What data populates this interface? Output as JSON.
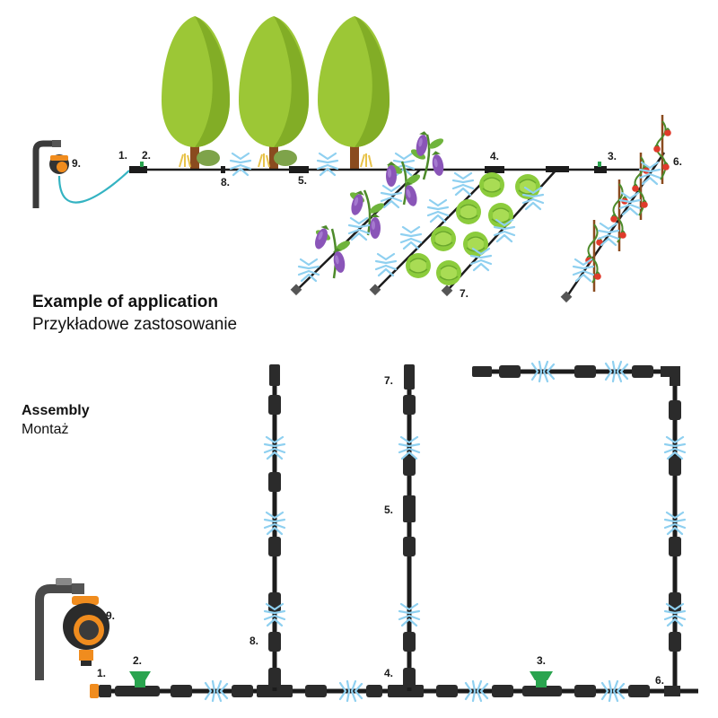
{
  "headings": {
    "application": {
      "title": "Example of application",
      "subtitle": "Przykładowe zastosowanie"
    },
    "assembly": {
      "title": "Assembly",
      "subtitle": "Montaż"
    }
  },
  "colors": {
    "tube": "#1c1c1c",
    "spray": "#8fd0f0",
    "foliage": "#9cc736",
    "trunk": "#8a4b1f",
    "valve": "#2aa44f",
    "timer_accent": "#f08c1e",
    "hose": "#34b3c2"
  },
  "labels": {
    "application": {
      "n9": "9.",
      "n1": "1.",
      "n2": "2.",
      "n8": "8.",
      "n5": "5.",
      "n4": "4.",
      "n3": "3.",
      "n6": "6.",
      "n7": "7."
    },
    "assembly": {
      "n9": "9.",
      "n1": "1.",
      "n2": "2.",
      "n8": "8.",
      "n7": "7.",
      "n5": "5.",
      "n4": "4.",
      "n3": "3.",
      "n6": "6."
    }
  }
}
